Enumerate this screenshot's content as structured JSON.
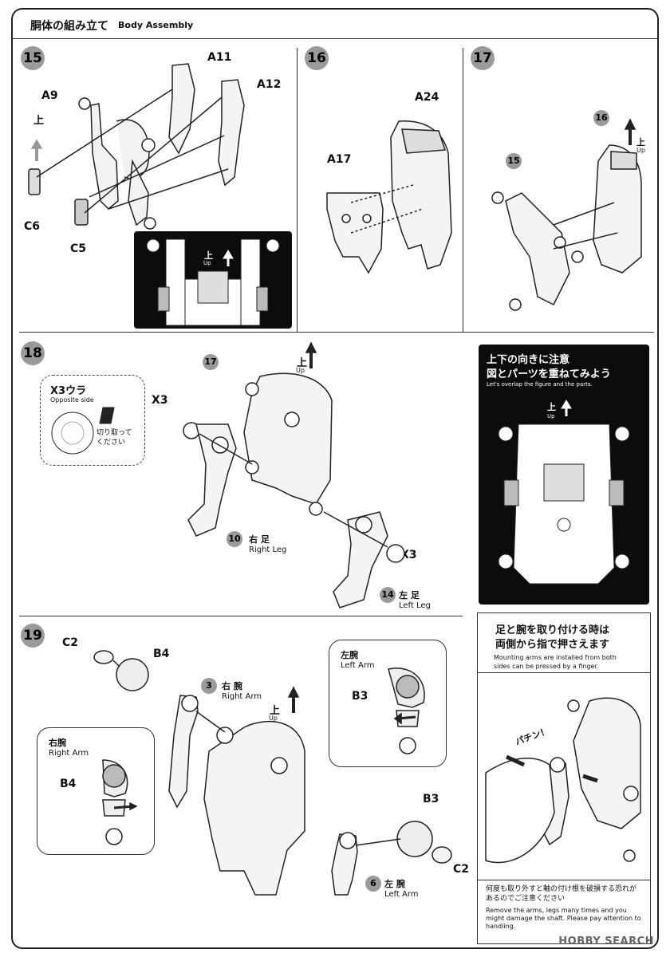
{
  "header": {
    "title_jp": "胴体の組み立て",
    "title_en": "Body Assembly"
  },
  "steps": {
    "s15": {
      "num": "15",
      "parts": [
        "A11",
        "A12",
        "A9",
        "C6",
        "C5"
      ],
      "up_jp": "上",
      "inset_up_jp": "上",
      "inset_up_en": "Up"
    },
    "s16": {
      "num": "16",
      "parts": [
        "A24",
        "A17"
      ]
    },
    "s17": {
      "num": "17",
      "refs": [
        "16",
        "15"
      ],
      "up_jp": "上",
      "up_en": "Up"
    },
    "s18": {
      "num": "18",
      "ref": "17",
      "up_jp": "上",
      "up_en": "Up",
      "parts": [
        "X3",
        "X3"
      ],
      "x3_back_jp": "X3ウラ",
      "x3_back_en": "Opposite side",
      "cut_jp": "切り取って\nください",
      "right_leg_num": "10",
      "right_leg_jp": "右 足",
      "right_leg_en": "Right Leg",
      "left_leg_num": "14",
      "left_leg_jp": "左 足",
      "left_leg_en": "Left Leg",
      "tip_jp_1": "上下の向きに注意",
      "tip_jp_2": "図とパーツを重ねてみよう",
      "tip_en": "Let's overlap the figure and the parts.",
      "tip_up_jp": "上",
      "tip_up_en": "Up"
    },
    "s19": {
      "num": "19",
      "up_jp": "上",
      "up_en": "Up",
      "parts": [
        "C2",
        "B4",
        "B3",
        "C2"
      ],
      "right_arm_num": "3",
      "right_arm_jp": "右 腕",
      "right_arm_en": "Right Arm",
      "left_arm_num": "6",
      "left_arm_jp": "左 腕",
      "left_arm_en": "Left Arm",
      "callout_left_jp": "右腕",
      "callout_left_en": "Right Arm",
      "callout_left_part": "B4",
      "callout_right_jp": "左腕",
      "callout_right_en": "Left Arm",
      "callout_right_part": "B3",
      "note_jp_1": "足と腕を取り付ける時は",
      "note_jp_2": "両側から指で押さえます",
      "note_en": "Mounting arms are installed from both sides can be pressed by a finger.",
      "snap_sfx": "パチン！",
      "warn_jp": "何度も取り外すと軸の付け根を破損する恐れがあるのでご注意ください",
      "warn_en": "Remove the arms, legs many times and you might damage the shaft. Please pay attention to handling."
    }
  },
  "watermark": "HOBBY SEARCH",
  "colors": {
    "step_circle": "#9a9a9a",
    "black_panel": "#0c0c0c",
    "line": "#222222"
  }
}
